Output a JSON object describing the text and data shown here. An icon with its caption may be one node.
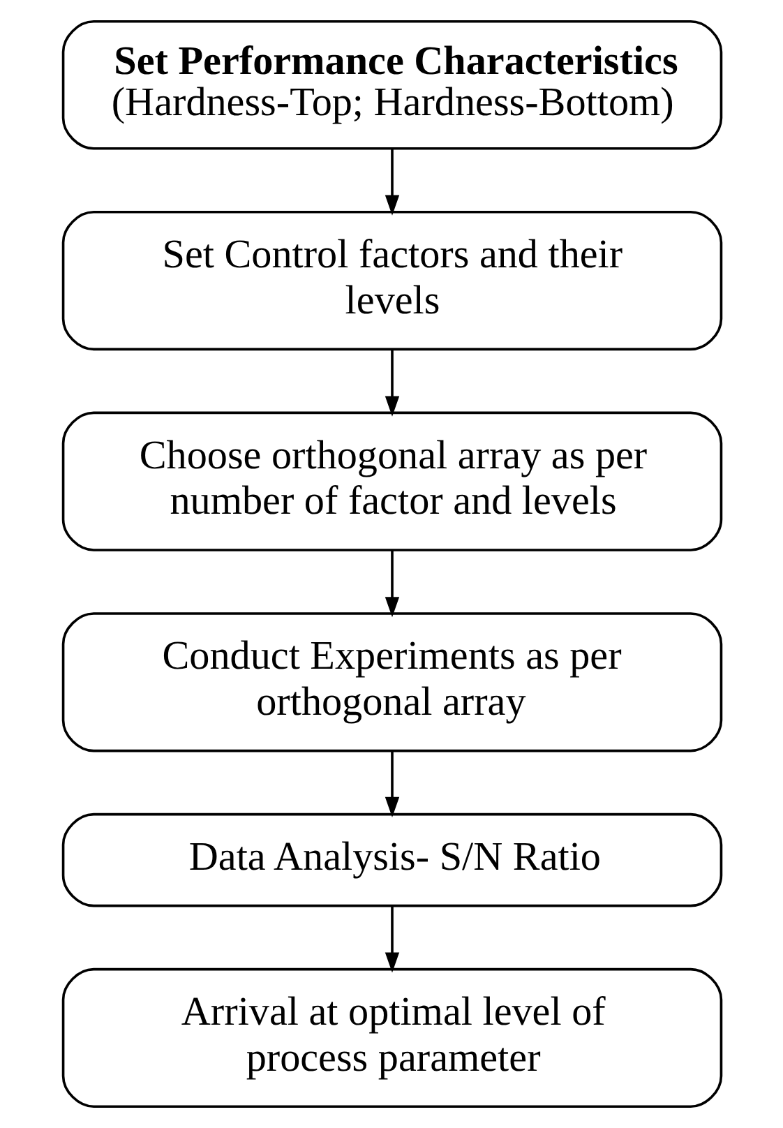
{
  "diagram": {
    "nodes": [
      {
        "text": [
          "Set Performance Characteristics",
          "(Hardness-Top; Hardness-Bottom)"
        ]
      },
      {
        "text": [
          "Set Control factors and their levels"
        ]
      },
      {
        "text": [
          "Choose orthogonal array as per number of factor and levels"
        ]
      },
      {
        "text": [
          "Conduct Experiments as per orthogonal array"
        ]
      },
      {
        "text": [
          "Data Analysis- S/N Ratio"
        ]
      },
      {
        "text": [
          "Arrival at optimal level of process parameter"
        ]
      }
    ],
    "edges": [
      {
        "from": 0,
        "to": 1,
        "arrow": "to"
      },
      {
        "from": 1,
        "to": 2,
        "arrow": "to"
      },
      {
        "from": 2,
        "to": 3,
        "arrow": "to"
      },
      {
        "from": 3,
        "to": 4,
        "arrow": "to"
      },
      {
        "from": 4,
        "to": 5,
        "arrow": "to"
      }
    ]
  }
}
